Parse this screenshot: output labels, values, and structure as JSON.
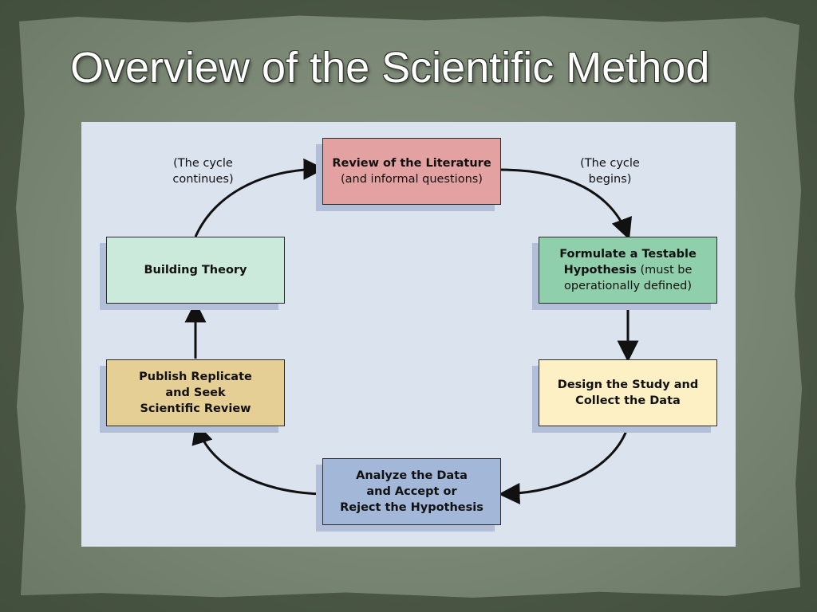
{
  "slide": {
    "title": "Overview of the Scientific Method"
  },
  "diagram": {
    "annotations": {
      "cycle_continues": [
        "(The cycle",
        "continues)"
      ],
      "cycle_begins": [
        "(The cycle",
        "begins)"
      ]
    },
    "nodes": {
      "review": {
        "line1": "Review of the Literature",
        "line2": "(and informal questions)",
        "color": "#e4a1a1"
      },
      "formulate": {
        "line1": "Formulate a Testable",
        "line2a": "Hypothesis",
        "line2b": " (must be",
        "line3": "operationally defined)",
        "color": "#8fcfab"
      },
      "design": {
        "line1": "Design the Study and",
        "line2": "Collect the Data",
        "color": "#fdf0c4"
      },
      "analyze": {
        "line1": "Analyze the Data",
        "line2": "and Accept or",
        "line3": "Reject the Hypothesis",
        "color": "#a3b7d9"
      },
      "publish": {
        "line1": "Publish Replicate",
        "line2": "and Seek",
        "line3": "Scientific Review",
        "color": "#e6cf95"
      },
      "building": {
        "line1": "Building Theory",
        "color": "#cceadb"
      }
    },
    "colors": {
      "background": "#dbe3ee",
      "shadow": "#b3bfd8",
      "arrow": "#111111"
    }
  }
}
